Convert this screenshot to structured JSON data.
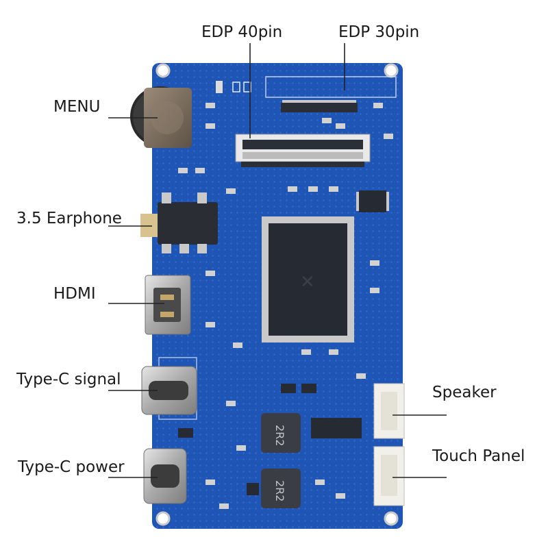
{
  "labels": {
    "edp40": "EDP 40pin",
    "edp30": "EDP 30pin",
    "menu": "MENU",
    "earphone": "3.5 Earphone",
    "hdmi": "HDMI",
    "typec_signal": "Type-C signal",
    "typec_power": "Type-C power",
    "speaker": "Speaker",
    "touch": "Touch Panel"
  },
  "chip_markings": {
    "inductor_top": "2R2",
    "inductor_bottom": "2R2"
  },
  "colors": {
    "pcb": "#1f55b5",
    "pcb_dark": "#16418f",
    "silk": "#e8eef8",
    "metal": "#b9b9b9",
    "chip": "#262a33",
    "connector_white": "#f2f0ea",
    "leader": "#222222"
  }
}
